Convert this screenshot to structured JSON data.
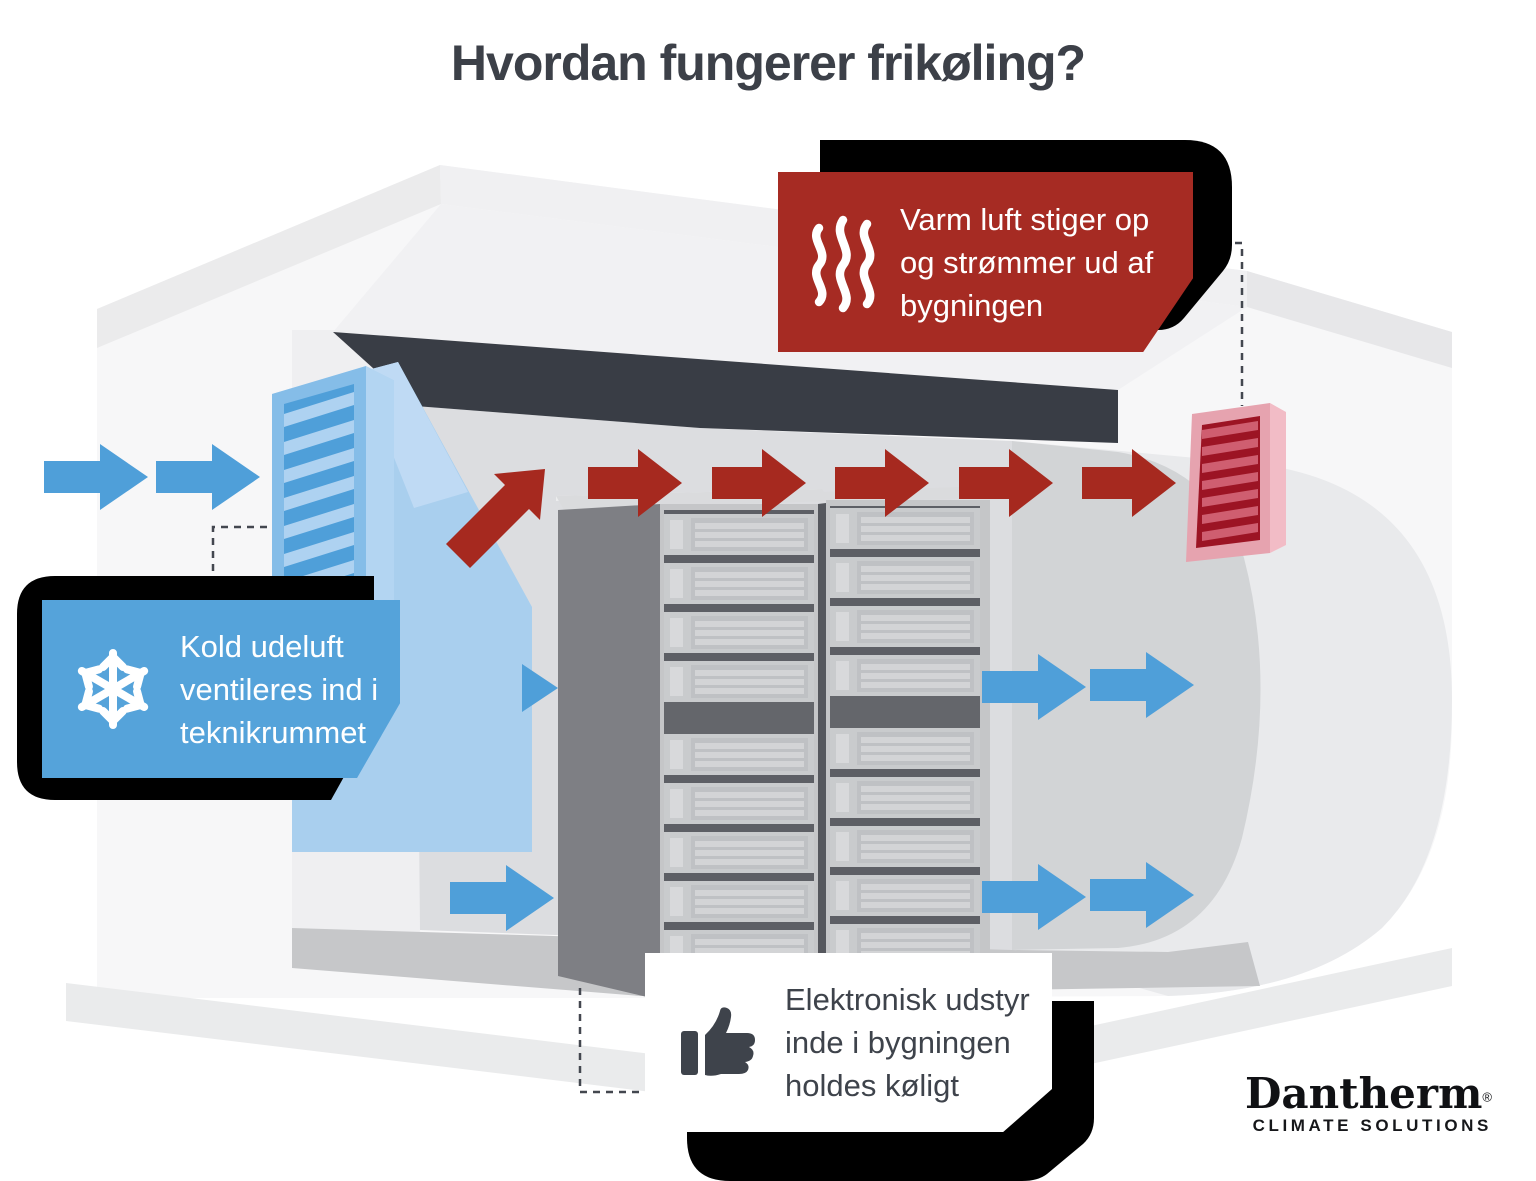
{
  "title": "Hvordan fungerer frikøling?",
  "callouts": {
    "warm_air": {
      "icon": "heat-waves-icon",
      "lines": [
        "Varm luft stiger op",
        "og strømmer ud af",
        "bygningen"
      ],
      "bg_color": "#a62b23",
      "text_color": "#ffffff"
    },
    "cold_air": {
      "icon": "snowflake-icon",
      "lines": [
        "Kold udeluft",
        "ventileres ind i",
        "teknikrummet"
      ],
      "bg_color": "#55a3da",
      "text_color": "#ffffff"
    },
    "equipment": {
      "icon": "thumbs-up-icon",
      "lines": [
        "Elektronisk udstyr",
        "inde i bygningen",
        "holdes køligt"
      ],
      "bg_color": "#ffffff",
      "text_color": "#3e434b"
    }
  },
  "logo": {
    "brand": "Dantherm",
    "registered_mark": "®",
    "tagline": "CLIMATE SOLUTIONS"
  },
  "colors": {
    "warm_red": "#a62b23",
    "arrow_red": "#a6291f",
    "cold_blue": "#55a3da",
    "arrow_blue": "#4f9fd9",
    "air_stream_blue": "#a9cfee",
    "vent_frame_blue": "#85bde8",
    "exhaust_frame_pink": "#e6a3af",
    "exhaust_slat_red": "#9c1424",
    "ceiling_dark": "#393d45",
    "wall_light": "#f7f7f8",
    "interior_wall": "#dcdde0",
    "floor_gray": "#c6c7c9",
    "title_text": "#3c4048",
    "shadow_black": "#000000"
  }
}
